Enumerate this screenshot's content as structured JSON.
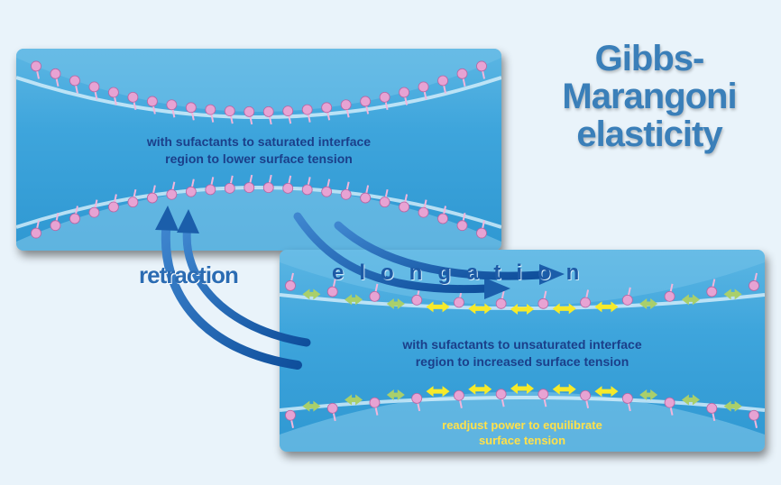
{
  "title": {
    "line1": "Gibbs-Marangoni",
    "line2": "elasticity"
  },
  "panel_top": {
    "caption_line1": "with sufactants to saturated interface",
    "caption_line2": "region to lower surface tension"
  },
  "panel_bottom": {
    "caption_line1": "with sufactants to unsaturated interface",
    "caption_line2": "region to increased surface tension",
    "note_line1": "readjust power to equilibrate",
    "note_line2": "surface tension"
  },
  "labels": {
    "retraction": "retraction",
    "elongation": "elongation"
  },
  "colors": {
    "title": "#3a7fb9",
    "panel_water": "#3ea5dc",
    "surfactant_head": "#e7a3d3",
    "tension_arrow_strong": "#f6ea2a",
    "tension_arrow_weak": "#a9cf6b",
    "flow_arrow": "#1d64b4"
  }
}
